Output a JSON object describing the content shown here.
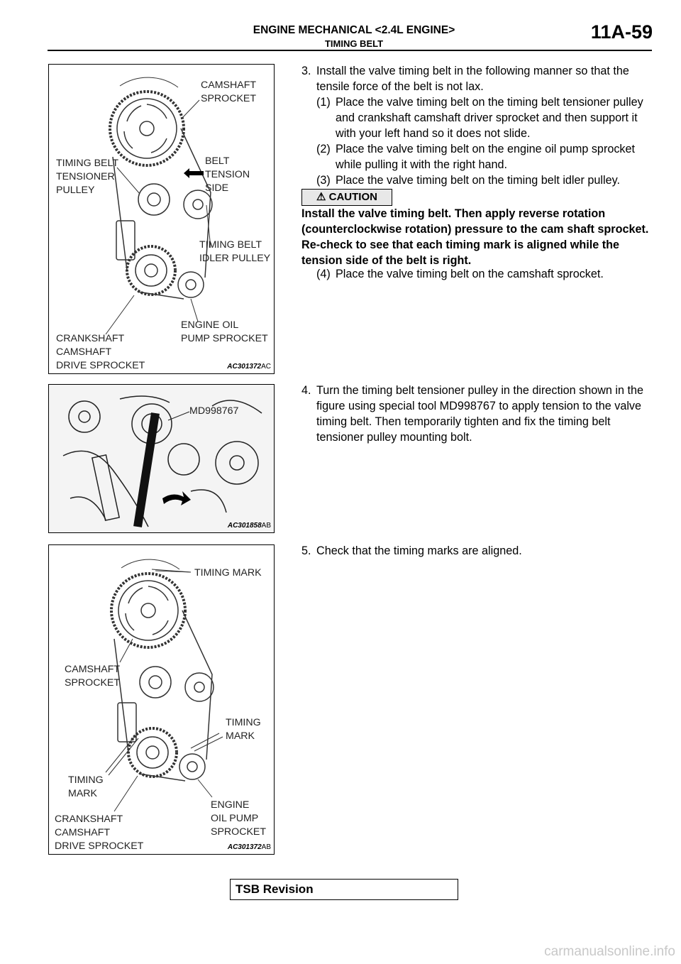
{
  "header": {
    "title": "ENGINE MECHANICAL <2.4L ENGINE>",
    "subtitle": "TIMING BELT",
    "page_number": "11A-59"
  },
  "figure1": {
    "code_prefix": "AC301372",
    "code_suffix": "AC",
    "labels": {
      "camshaft_sprocket": "CAMSHAFT\nSPROCKET",
      "tensioner_pulley": "TIMING BELT\nTENSIONER\nPULLEY",
      "belt_tension_side": "BELT\nTENSION\nSIDE",
      "idler_pulley": "TIMING BELT\nIDLER PULLEY",
      "oil_pump_sprocket": "ENGINE OIL\nPUMP SPROCKET",
      "crankshaft_sprocket": "CRANKSHAFT\nCAMSHAFT\nDRIVE SPROCKET"
    }
  },
  "figure2": {
    "code_prefix": "AC301858",
    "code_suffix": "AB",
    "labels": {
      "tool": "MD998767"
    }
  },
  "figure3": {
    "code_prefix": "AC301372",
    "code_suffix": "AB",
    "labels": {
      "timing_mark_top": "TIMING MARK",
      "camshaft_sprocket": "CAMSHAFT\nSPROCKET",
      "timing_mark_right": "TIMING\nMARK",
      "timing_mark_left": "TIMING\nMARK",
      "oil_pump_sprocket": "ENGINE\nOIL PUMP\nSPROCKET",
      "crankshaft_sprocket": "CRANKSHAFT\nCAMSHAFT\nDRIVE SPROCKET"
    }
  },
  "step3": {
    "num": "3.",
    "text": "Install the valve timing belt in the following manner so that the tensile force of the belt is not lax.",
    "sub1": {
      "num": "(1)",
      "text": "Place the valve timing belt on the timing belt tensioner pulley and crankshaft camshaft driver sprocket and then support it with your left hand so it does not slide."
    },
    "sub2": {
      "num": "(2)",
      "text": "Place the valve timing belt on the engine oil pump sprocket while pulling it with the right hand."
    },
    "sub3": {
      "num": "(3)",
      "text": "Place the valve timing belt on the timing belt idler pulley."
    },
    "caution_label": "CAUTION",
    "caution_text": "Install the valve timing belt. Then apply reverse rotation (counterclockwise rotation) pressure to the cam shaft sprocket. Re-check to see that each timing mark is aligned while the tension side of the belt is right.",
    "sub4": {
      "num": "(4)",
      "text": "Place the valve timing belt on the camshaft sprocket."
    }
  },
  "step4": {
    "num": "4.",
    "text": "Turn the timing belt tensioner pulley in the direction shown in the figure using special tool MD998767 to apply tension to the valve timing belt. Then temporarily tighten and fix the timing belt tensioner pulley mounting bolt."
  },
  "step5": {
    "num": "5.",
    "text": "Check that the timing marks are aligned."
  },
  "footer": {
    "tsb_label": "TSB Revision",
    "watermark": "carmanualsonline.info"
  }
}
